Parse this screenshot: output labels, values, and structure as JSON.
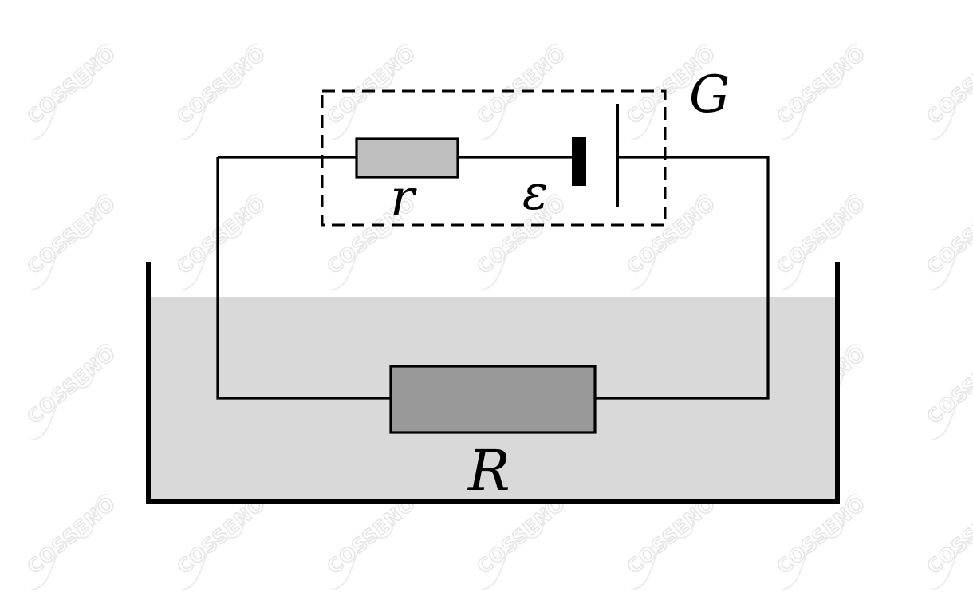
{
  "watermark": {
    "text": "COSSENO",
    "color": "#e6e6e6"
  },
  "labels": {
    "generator": "G",
    "internal_resistance": "r",
    "emf": "ε",
    "external_resistance": "R"
  },
  "colors": {
    "wire": "#000000",
    "liquid": "#d9d9d9",
    "resistor_small": "#bfbfbf",
    "resistor_large": "#999999",
    "container": "#000000"
  }
}
